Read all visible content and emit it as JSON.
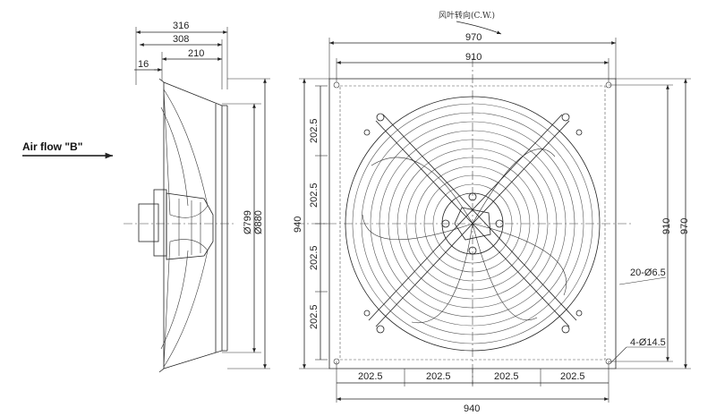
{
  "caption": {
    "rotation": "风叶转向(C.W.)",
    "airflow": "Air flow \"B\""
  },
  "side_view": {
    "dims": {
      "d316": "316",
      "d308": "308",
      "d210": "210",
      "d16": "16",
      "d799": "Ø799",
      "d880": "Ø880"
    }
  },
  "front_view": {
    "dims": {
      "top_outer": "970",
      "top_inner": "910",
      "left_height": "940",
      "right_inner": "910",
      "right_outer": "970",
      "bottom_total": "940",
      "pitch": "202.5",
      "holes_small": "20-Ø6.5",
      "holes_large": "4-Ø14.5"
    }
  }
}
